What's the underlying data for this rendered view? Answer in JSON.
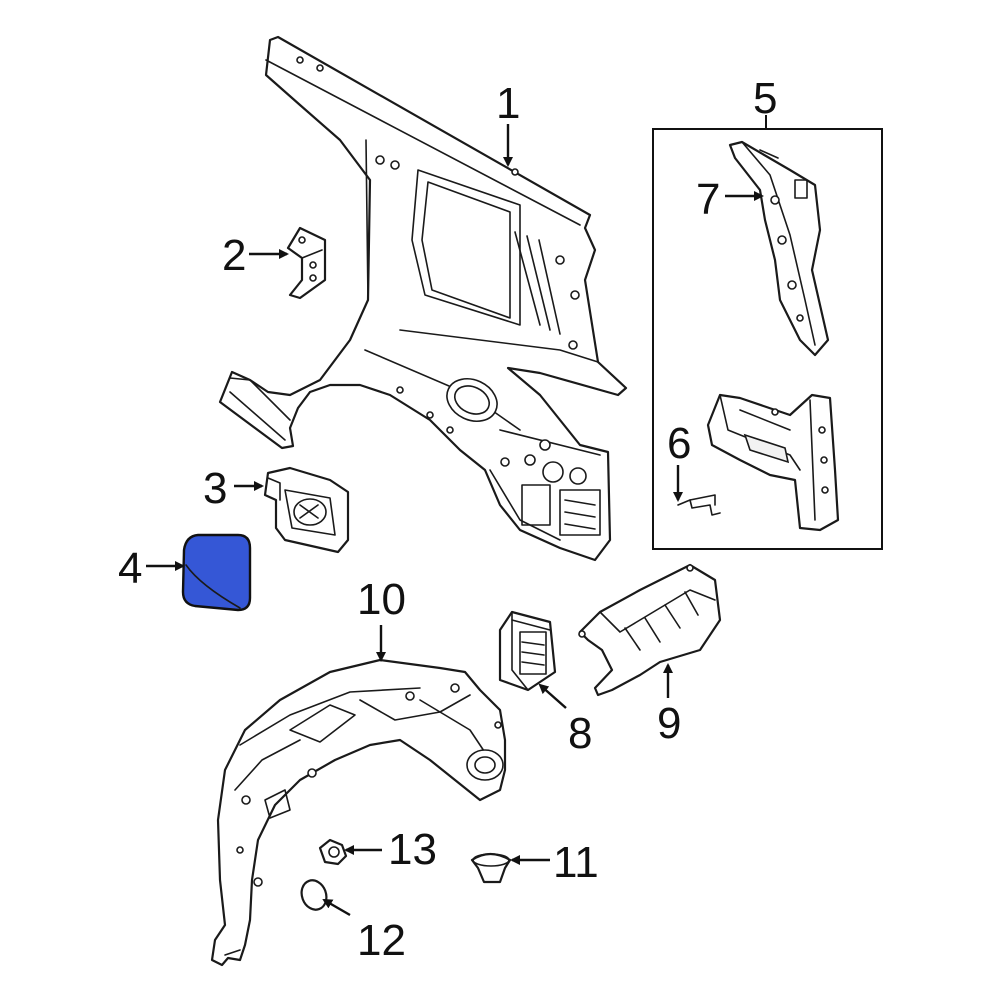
{
  "diagram": {
    "highlight_color": "#3557d6",
    "callouts": {
      "c1": "1",
      "c2": "2",
      "c3": "3",
      "c4": "4",
      "c5": "5",
      "c6": "6",
      "c7": "7",
      "c8": "8",
      "c9": "9",
      "c10": "10",
      "c11": "11",
      "c12": "12",
      "c13": "13"
    }
  }
}
